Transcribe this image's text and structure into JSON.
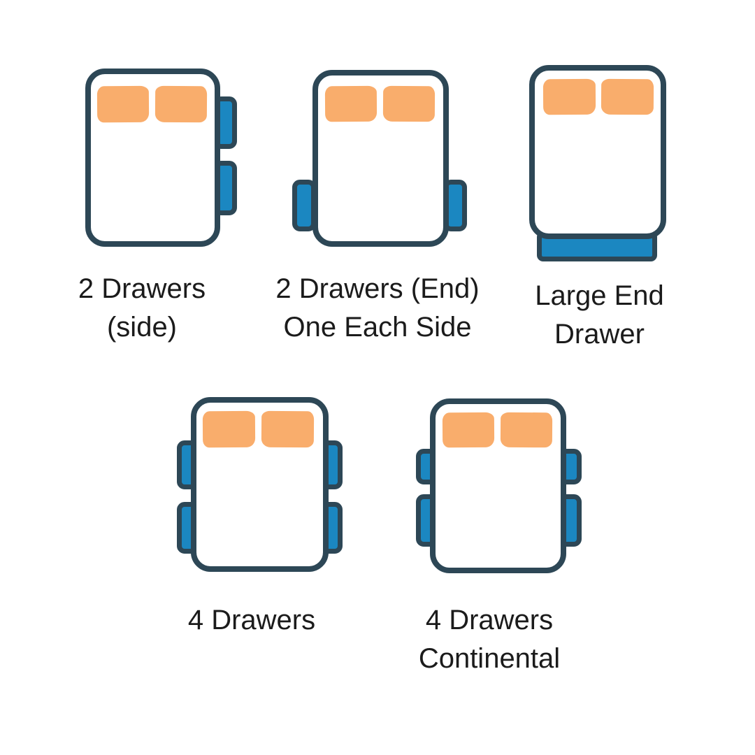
{
  "colors": {
    "outline": "#2d4756",
    "drawer_blue": "#1b87c1",
    "pillow_orange": "#f9ad6c",
    "text": "#1b1b1b",
    "background": "#ffffff"
  },
  "figures": [
    {
      "name": "2-drawers-side",
      "drawer_count": 2,
      "label_lines": [
        "2 Drawers",
        "(side)"
      ]
    },
    {
      "name": "2-drawers-end-one-each-side",
      "drawer_count": 2,
      "label_lines": [
        "2 Drawers (End)",
        "One Each Side"
      ]
    },
    {
      "name": "large-end-drawer",
      "drawer_count": 1,
      "label_lines": [
        "Large End",
        "Drawer"
      ]
    },
    {
      "name": "4-drawers",
      "drawer_count": 4,
      "label_lines": [
        "4 Drawers"
      ]
    },
    {
      "name": "4-drawers-continental",
      "drawer_count": 4,
      "label_lines": [
        "4 Drawers",
        "Continental"
      ]
    }
  ]
}
